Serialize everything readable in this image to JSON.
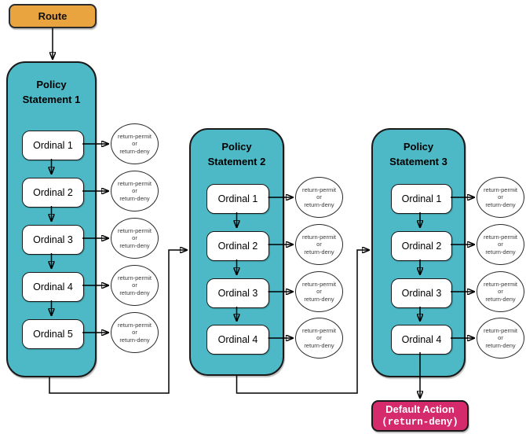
{
  "colors": {
    "route_fill": "#E9A440",
    "policy_fill": "#4DB9C6",
    "default_fill": "#D52A6C"
  },
  "route": {
    "label": "Route"
  },
  "policy_statements": [
    {
      "title": "Policy Statement 1",
      "ordinals": [
        "Ordinal 1",
        "Ordinal 2",
        "Ordinal 3",
        "Ordinal 4",
        "Ordinal 5"
      ]
    },
    {
      "title": "Policy Statement 2",
      "ordinals": [
        "Ordinal 1",
        "Ordinal 2",
        "Ordinal 3",
        "Ordinal 4"
      ]
    },
    {
      "title": "Policy Statement 3",
      "ordinals": [
        "Ordinal 1",
        "Ordinal 2",
        "Ordinal 3",
        "Ordinal 4"
      ]
    }
  ],
  "outcome": {
    "line1": "return-permit",
    "line2": "or",
    "line3": "return-deny"
  },
  "default_action": {
    "title": "Default Action",
    "code": "(return-deny)"
  }
}
